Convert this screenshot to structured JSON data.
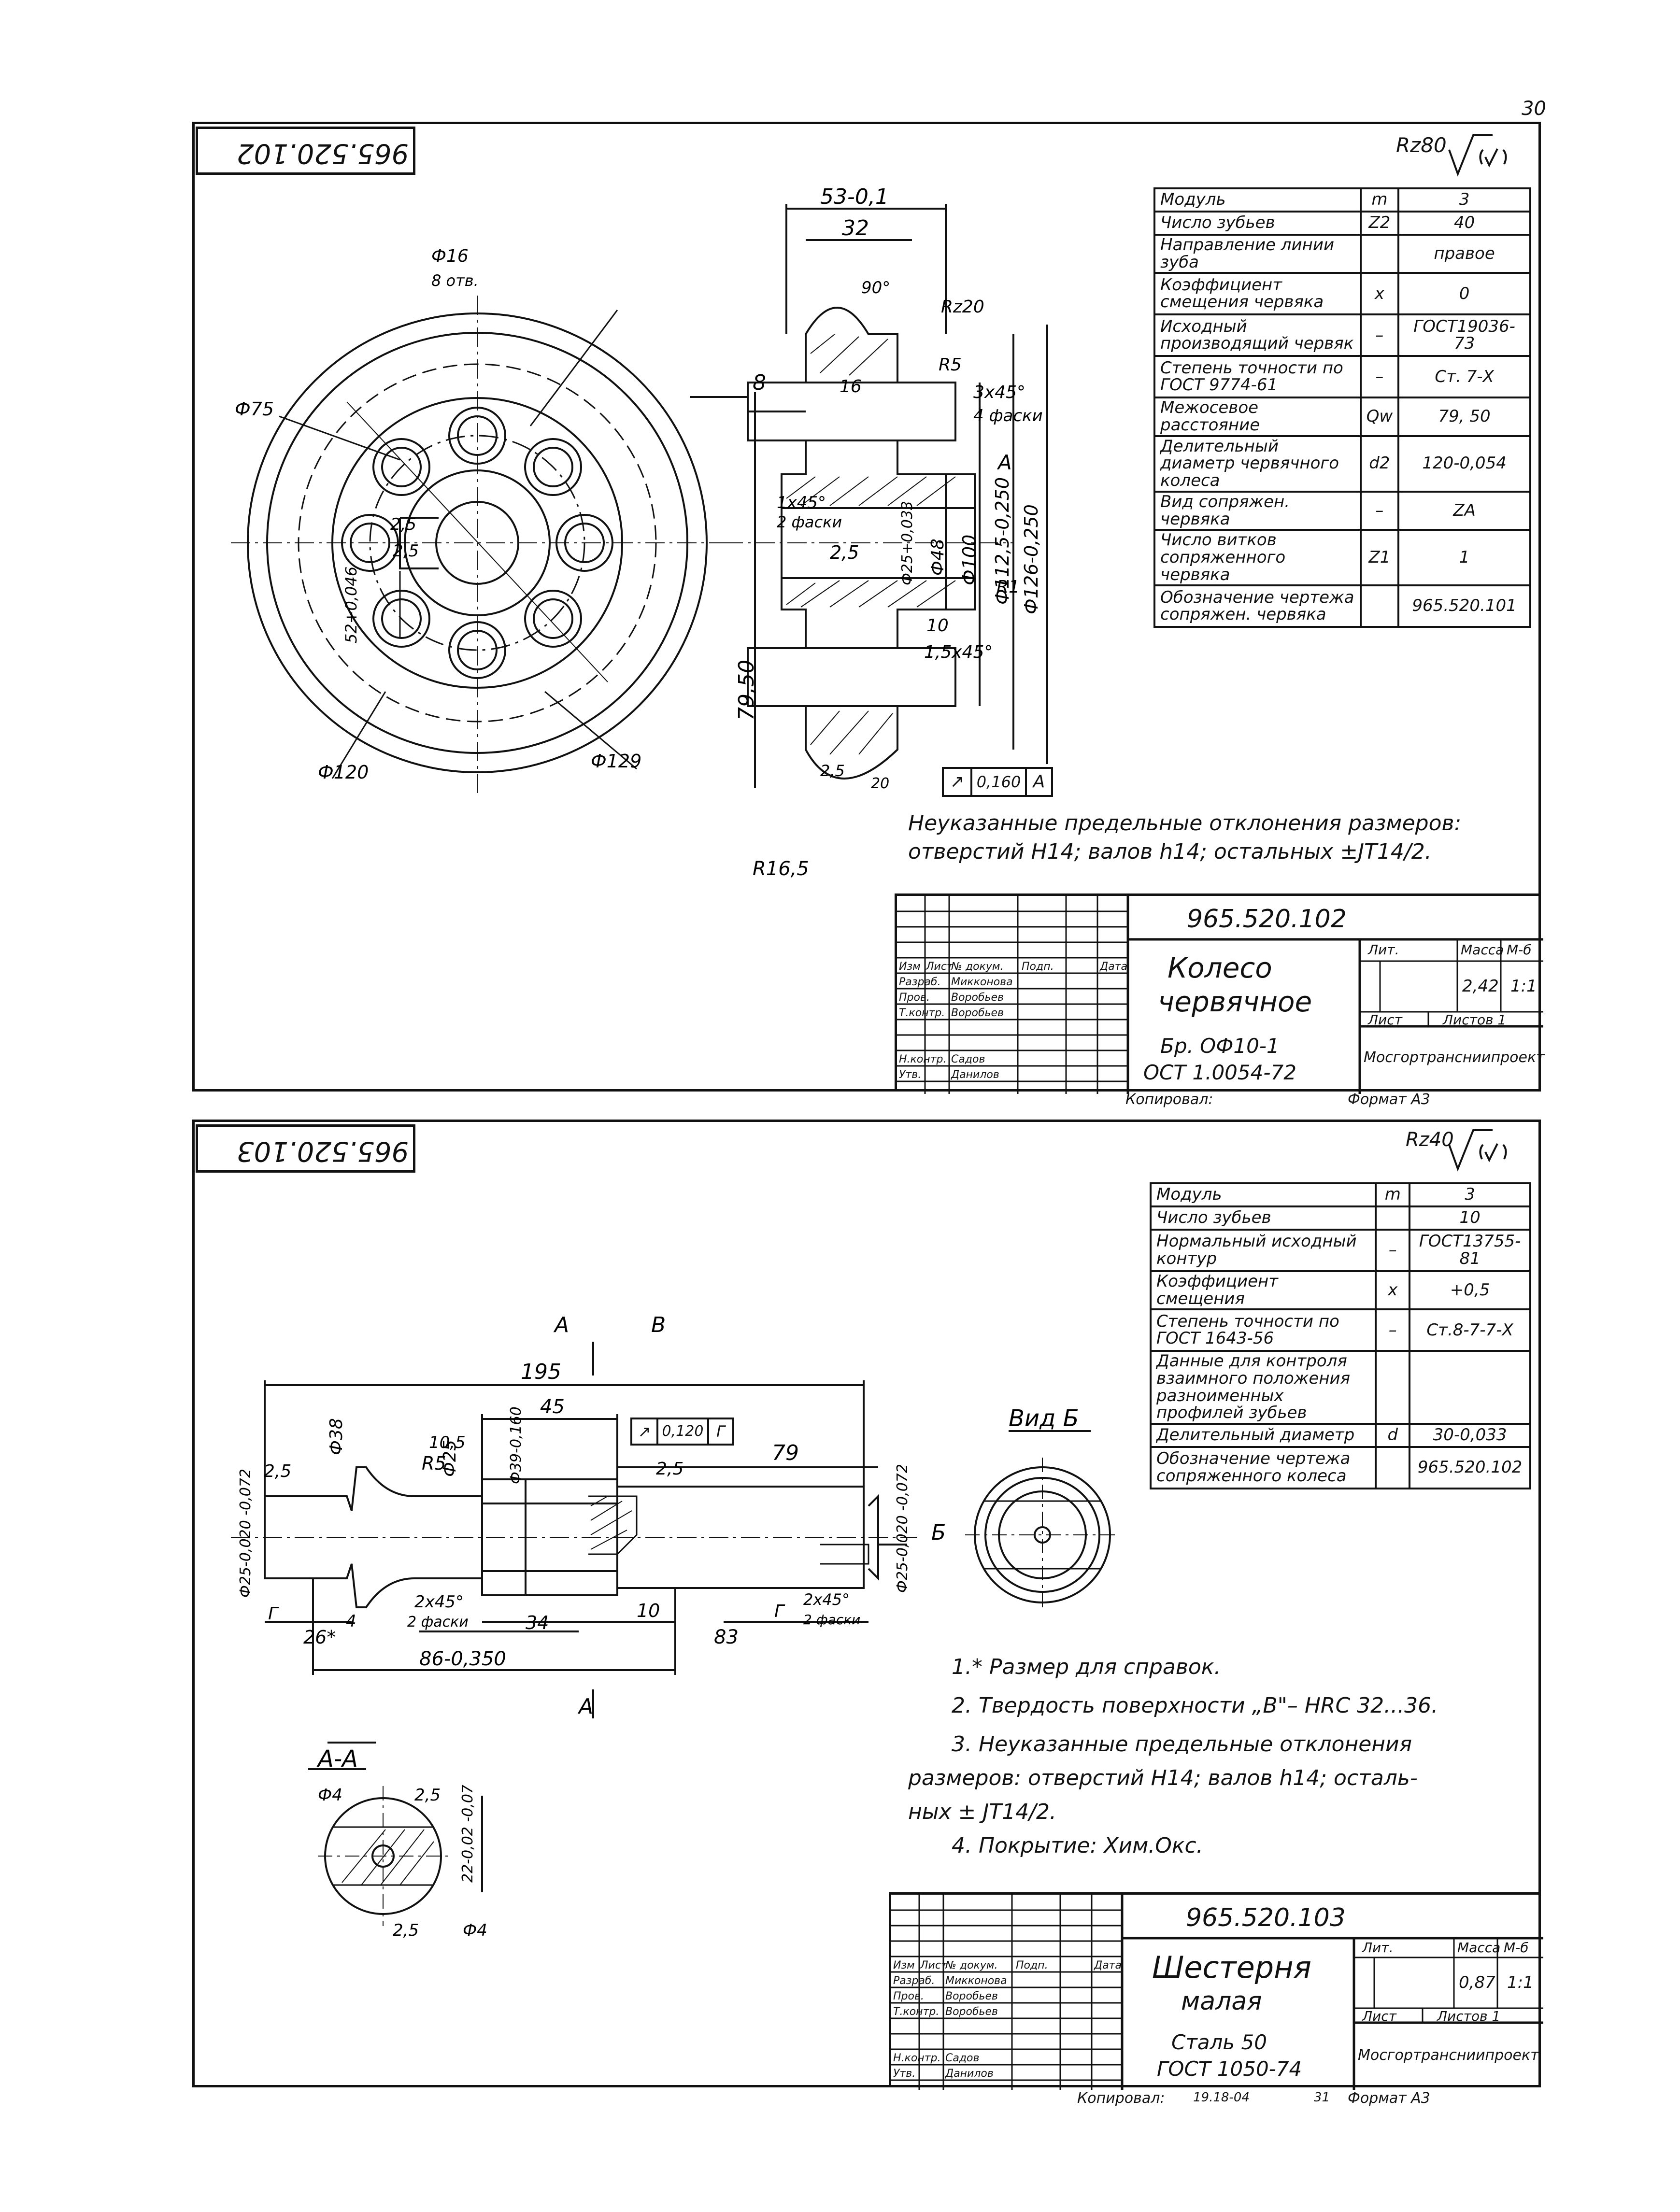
{
  "page_number": "30",
  "copy_footer_1": {
    "label": "Копировал:",
    "format": "Формат А3"
  },
  "copy_footer_2": {
    "label": "Копировал:",
    "stamp": "19.18-04",
    "num": "31",
    "format": "Формат А3"
  },
  "sheet1": {
    "stamp": "965.520.102",
    "roughness": "Rz80",
    "param_table": [
      {
        "name": "Модуль",
        "symbol": "m",
        "value": "3"
      },
      {
        "name": "Число зубьев",
        "symbol": "Z2",
        "value": "40"
      },
      {
        "name": "Направление линии зуба",
        "symbol": "",
        "value": "правое"
      },
      {
        "name": "Коэффициент смещения червяка",
        "symbol": "x",
        "value": "0"
      },
      {
        "name": "Исходный производящий червяк",
        "symbol": "–",
        "value": "ГОСТ19036-73"
      },
      {
        "name": "Степень точности по ГОСТ 9774-61",
        "symbol": "–",
        "value": "Ст. 7-Х"
      },
      {
        "name": "Межосевое расстояние",
        "symbol": "Qw",
        "value": "79, 50"
      },
      {
        "name": "Делительный диаметр червячного колеса",
        "symbol": "d2",
        "value": "120-0,054"
      },
      {
        "name": "Вид сопряжен. червяка",
        "symbol": "–",
        "value": "ZA"
      },
      {
        "name": "Число витков сопряженного червяка",
        "symbol": "Z1",
        "value": "1"
      },
      {
        "name": "Обозначение чертежа сопряжен. червяка",
        "symbol": "",
        "value": "965.520.101"
      }
    ],
    "dims": {
      "d16": "Ф16",
      "holes": "8 отв.",
      "d75": "Ф75",
      "d120": "Ф120",
      "d129": "Ф129",
      "s25a": "2,5",
      "s25b": "2,5",
      "keyway": "52+0,046",
      "w53": "53-0,1",
      "w32": "32",
      "r20": "Rz20",
      "ang": "90°",
      "r5": "R5",
      "w16": "16",
      "ch3": "3x45°",
      "ch3b": "4 фаски",
      "w8": "8",
      "datumA": "A",
      "ch1": "1x45°",
      "ch1b": "2 фаски",
      "d25": "Ф25+0,033",
      "d48": "Ф48",
      "d100": "Ф100",
      "d1125": "Ф112,5-0,250",
      "d126": "Ф126-0,250",
      "s25c": "2,5",
      "r1": "R1",
      "w10": "10",
      "ch15": "1,5x45°",
      "aw": "79,50",
      "r165": "R16,5",
      "s25d": "2,5",
      "tol": "0,160",
      "datumRef": "A",
      "ang20": "20"
    },
    "note": "Неуказанные предельные отклонения размеров: отверстий H14; валов h14; остальных ±JT14/2.",
    "title_block": {
      "code": "965.520.102",
      "title_1": "Колесо",
      "title_2": "червячное",
      "material_1": "Бр. ОФ10-1",
      "material_2": "ОСТ 1.0054-72",
      "col_headers": [
        "Изм",
        "Лист",
        "№ докум.",
        "Подп.",
        "Дата"
      ],
      "roles": [
        "Разраб.",
        "Пров.",
        "Т.контр.",
        "",
        "Н.контр.",
        "Утв."
      ],
      "names": [
        "Микконова",
        "Воробьев",
        "Воробьев",
        "",
        "Садов",
        "Данилов"
      ],
      "lit": "Лит.",
      "mass_h": "Масса",
      "scale_h": "М-б",
      "mass": "2,42",
      "scale": "1:1",
      "sheet": "Лист",
      "sheets": "Листов 1",
      "org": "Мосгортрансниипроект"
    }
  },
  "sheet2": {
    "stamp": "965.520.103",
    "roughness": "Rz40",
    "param_table": [
      {
        "name": "Модуль",
        "symbol": "m",
        "value": "3"
      },
      {
        "name": "Число зубьев",
        "symbol": "",
        "value": "10"
      },
      {
        "name": "Нормальный исходный контур",
        "symbol": "–",
        "value": "ГОСТ13755-81"
      },
      {
        "name": "Коэффициент смещения",
        "symbol": "x",
        "value": "+0,5"
      },
      {
        "name": "Степень точности по ГОСТ 1643-56",
        "symbol": "–",
        "value": "Ст.8-7-7-Х"
      },
      {
        "name": "Данные для контроля взаимного положения разноименных профилей зубьев",
        "symbol": "",
        "value": ""
      },
      {
        "name": "Делительный диаметр",
        "symbol": "d",
        "value": "30-0,033"
      },
      {
        "name": "Обозначение чертежа сопряженного колеса",
        "symbol": "",
        "value": "965.520.102"
      }
    ],
    "dims": {
      "secA": "A",
      "secB": "B",
      "l195": "195",
      "l45": "45",
      "d38": "Ф38",
      "l105": "10,5",
      "d25t": "Ф25",
      "r5": "R5",
      "d39": "Ф39-0,160",
      "tol": "0,120",
      "tolRef": "Г",
      "l79": "79",
      "s25a": "2,5",
      "s25b": "2,5",
      "d25l": "Ф25-0,020 -0,072",
      "d25r": "Ф25-0,020 -0,072",
      "viewB": "Б",
      "gl": "Г",
      "l26": "26*",
      "l4": "4",
      "ch2": "2x45°",
      "ch2b": "2 фаски",
      "l34": "34",
      "l10": "10",
      "l83": "83",
      "gr": "Г",
      "ch2r": "2x45°",
      "ch2rb": "2 фаски",
      "l86": "86-0,350",
      "secAb": "A",
      "viewLabel": "Вид Б",
      "secTitle": "A-A",
      "d4a": "Ф4",
      "s25c": "2,5",
      "key22": "22-0,02 -0,07",
      "d4b": "Ф4",
      "s25d": "2,5"
    },
    "notes": [
      "1.* Размер для справок.",
      "2. Твердость поверхности „В\"– HRC 32...36.",
      "3. Неуказанные предельные отклонения",
      "размеров: отверстий H14; валов h14; осталь-",
      "ных ± JT14/2.",
      "4. Покрытие: Хим.Окс."
    ],
    "title_block": {
      "code": "965.520.103",
      "title_1": "Шестерня",
      "title_2": "малая",
      "material_1": "Сталь 50",
      "material_2": "ГОСТ 1050-74",
      "col_headers": [
        "Изм",
        "Лист",
        "№ докум.",
        "Подп.",
        "Дата"
      ],
      "roles": [
        "Разраб.",
        "Пров.",
        "Т.контр.",
        "",
        "Н.контр.",
        "Утв."
      ],
      "names": [
        "Микконова",
        "Воробьев",
        "Воробьев",
        "",
        "Садов",
        "Данилов"
      ],
      "lit": "Лит.",
      "mass_h": "Масса",
      "scale_h": "М-б",
      "mass": "0,87",
      "scale": "1:1",
      "sheet": "Лист",
      "sheets": "Листов 1",
      "org": "Мосгортрансниипроект"
    }
  }
}
